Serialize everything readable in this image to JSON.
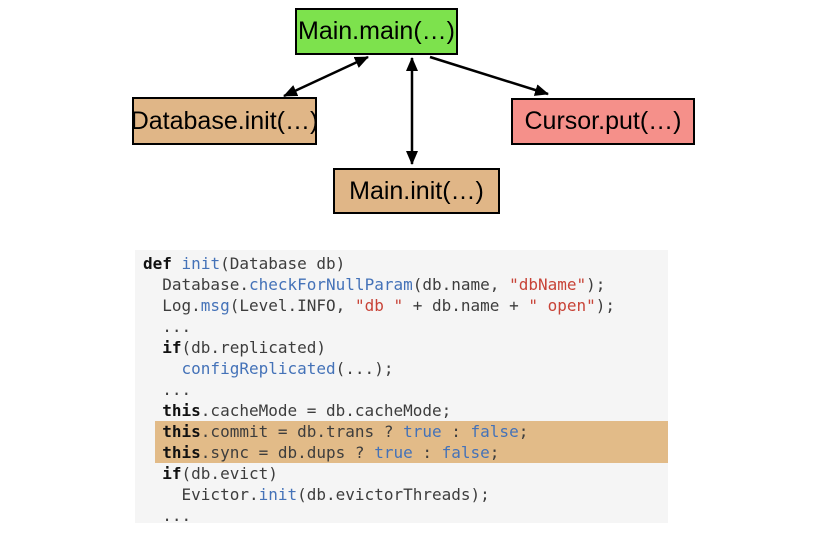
{
  "colors": {
    "node_green": "#7de24d",
    "node_tan": "#e0b687",
    "node_pink": "#f5908a",
    "edge_black": "#000000",
    "code_background": "#f5f5f5",
    "code_highlight": "#e2bb88",
    "code_plain": "#3d3d3d",
    "code_keyword": "#111111",
    "code_function": "#4472b8",
    "code_string": "#c84337"
  },
  "diagram": {
    "nodes": [
      {
        "label": "Main.main(…)",
        "color": "#7de24d"
      },
      {
        "label": "Database.init(…)",
        "color": "#e0b687"
      },
      {
        "label": "Cursor.put(…)",
        "color": "#f5908a"
      },
      {
        "label": "Main.init(…)",
        "color": "#e0b687"
      }
    ],
    "edges": [
      {
        "from": "Main.main(…)",
        "to": "Database.init(…)",
        "direction": "bidirectional"
      },
      {
        "from": "Main.main(…)",
        "to": "Main.init(…)",
        "direction": "bidirectional"
      },
      {
        "from": "Main.main(…)",
        "to": "Cursor.put(…)",
        "direction": "one-way"
      }
    ]
  },
  "code": {
    "lines": [
      {
        "hl": false,
        "t": [
          [
            "kw",
            "def"
          ],
          [
            "pl",
            " "
          ],
          [
            "fn",
            "init"
          ],
          [
            "pl",
            "(Database db)"
          ]
        ]
      },
      {
        "hl": false,
        "t": [
          [
            "pl",
            "  Database."
          ],
          [
            "fn",
            "checkForNullParam"
          ],
          [
            "pl",
            "(db.name, "
          ],
          [
            "st",
            "\"dbName\""
          ],
          [
            "pl",
            ");"
          ]
        ]
      },
      {
        "hl": false,
        "t": [
          [
            "pl",
            "  Log."
          ],
          [
            "fn",
            "msg"
          ],
          [
            "pl",
            "(Level.INFO, "
          ],
          [
            "st",
            "\"db \""
          ],
          [
            "pl",
            " + db.name + "
          ],
          [
            "st",
            "\" open\""
          ],
          [
            "pl",
            ");"
          ]
        ]
      },
      {
        "hl": false,
        "t": [
          [
            "pl",
            "  ..."
          ]
        ]
      },
      {
        "hl": false,
        "t": [
          [
            "pl",
            "  "
          ],
          [
            "kw",
            "if"
          ],
          [
            "pl",
            "(db.replicated)"
          ]
        ]
      },
      {
        "hl": false,
        "t": [
          [
            "pl",
            "    "
          ],
          [
            "fn",
            "configReplicated"
          ],
          [
            "pl",
            "(...);"
          ]
        ]
      },
      {
        "hl": false,
        "t": [
          [
            "pl",
            "  ..."
          ]
        ]
      },
      {
        "hl": false,
        "t": [
          [
            "pl",
            "  "
          ],
          [
            "kw",
            "this"
          ],
          [
            "pl",
            ".cacheMode = db.cacheMode;"
          ]
        ]
      },
      {
        "hl": true,
        "t": [
          [
            "pl",
            "  "
          ],
          [
            "kw",
            "this"
          ],
          [
            "pl",
            ".commit = db.trans ? "
          ],
          [
            "fn",
            "true"
          ],
          [
            "pl",
            " : "
          ],
          [
            "fn",
            "false"
          ],
          [
            "pl",
            ";"
          ]
        ]
      },
      {
        "hl": true,
        "t": [
          [
            "pl",
            "  "
          ],
          [
            "kw",
            "this"
          ],
          [
            "pl",
            ".sync = db.dups ? "
          ],
          [
            "fn",
            "true"
          ],
          [
            "pl",
            " : "
          ],
          [
            "fn",
            "false"
          ],
          [
            "pl",
            ";"
          ]
        ]
      },
      {
        "hl": false,
        "t": [
          [
            "pl",
            "  "
          ],
          [
            "kw",
            "if"
          ],
          [
            "pl",
            "(db.evict)"
          ]
        ]
      },
      {
        "hl": false,
        "t": [
          [
            "pl",
            "    Evictor."
          ],
          [
            "fn",
            "init"
          ],
          [
            "pl",
            "(db.evictorThreads);"
          ]
        ]
      },
      {
        "hl": false,
        "t": [
          [
            "pl",
            "  ..."
          ]
        ]
      }
    ]
  }
}
